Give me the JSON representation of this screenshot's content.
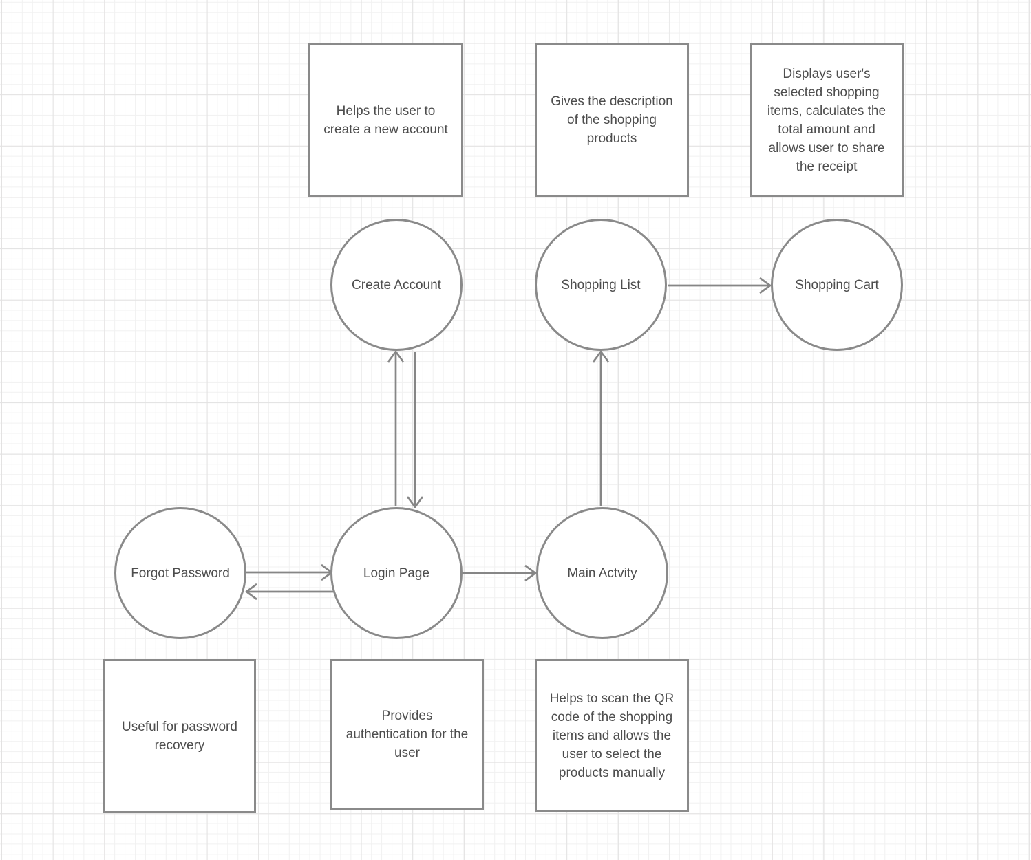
{
  "canvas": {
    "background_color": "#ffffff",
    "grid_minor_color": "#f1f1f1",
    "grid_major_color": "#e3e2e2",
    "shape_stroke_color": "#8a8a8a",
    "text_color": "#4d4d4d"
  },
  "nodes": {
    "create_account": {
      "label": "Create Account",
      "note": "Helps the user to create a new account"
    },
    "shopping_list": {
      "label": "Shopping List",
      "note": "Gives the description of the shopping products"
    },
    "shopping_cart": {
      "label": "Shopping Cart",
      "note": "Displays user's selected shopping items, calculates the total amount and allows user to share the receipt"
    },
    "forgot_password": {
      "label": "Forgot Password",
      "note": "Useful for password recovery"
    },
    "login_page": {
      "label": "Login Page",
      "note": "Provides authentication for the user"
    },
    "main_activity": {
      "label": "Main Actvity",
      "note": "Helps to scan the QR code of the shopping items and allows the user to select the products manually"
    }
  },
  "edges": [
    {
      "from": "forgot_password",
      "to": "login_page"
    },
    {
      "from": "login_page",
      "to": "forgot_password"
    },
    {
      "from": "login_page",
      "to": "create_account"
    },
    {
      "from": "create_account",
      "to": "login_page"
    },
    {
      "from": "login_page",
      "to": "main_activity"
    },
    {
      "from": "main_activity",
      "to": "shopping_list"
    },
    {
      "from": "shopping_list",
      "to": "shopping_cart"
    }
  ]
}
